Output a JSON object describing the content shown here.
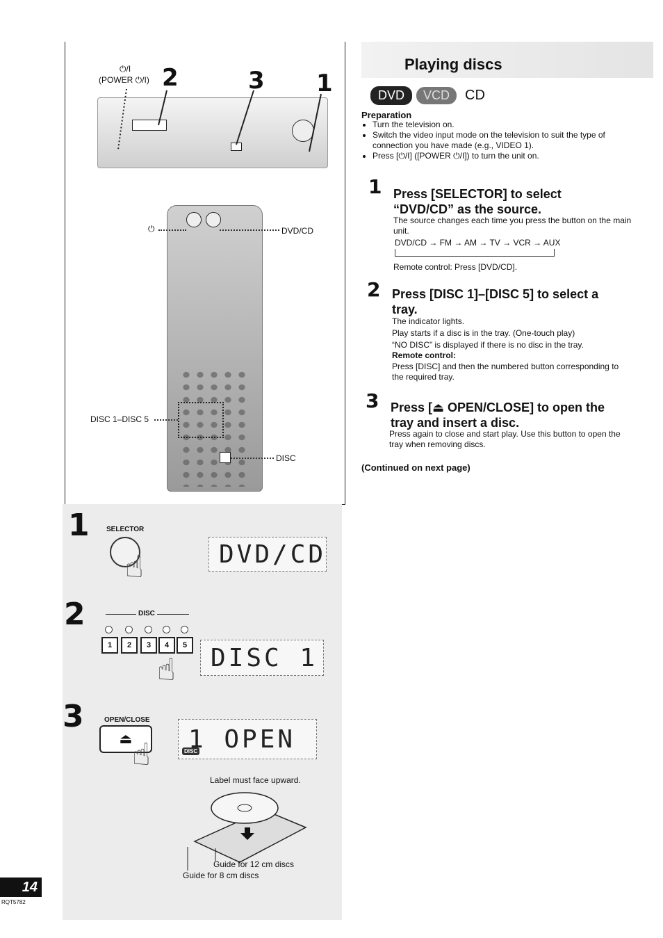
{
  "illustration": {
    "callouts": [
      "2",
      "3",
      "1"
    ],
    "power_symbol": "⏻/I",
    "power_label": "(POWER ⏻/I)",
    "remote_power_symbol": "⏻",
    "remote_dvdcd_label": "DVD/CD",
    "remote_disc_range_label": "DISC 1–DISC 5",
    "remote_disc_label": "DISC"
  },
  "steps_illustration": {
    "step1": {
      "num": "1",
      "button_label": "SELECTOR",
      "display": "DVD/CD"
    },
    "step2": {
      "num": "2",
      "button_label": "DISC",
      "buttons": [
        "1",
        "2",
        "3",
        "4",
        "5"
      ],
      "display": "DISC  1"
    },
    "step3": {
      "num": "3",
      "button_label": "OPEN/CLOSE",
      "display": "1 OPEN",
      "disc_badge": "DISC",
      "note": "Label must face upward.",
      "guide12": "Guide for 12 cm discs",
      "guide8": "Guide for 8 cm discs"
    }
  },
  "content": {
    "title": "Playing discs",
    "formats": [
      "DVD",
      "VCD",
      "CD"
    ],
    "preparation_heading": "Preparation",
    "preparation": [
      "Turn the television on.",
      "Switch the video input mode on the television to suit the type of connection you have made (e.g., VIDEO 1).",
      "Press [⏻/I] ([POWER ⏻/I]) to turn the unit on."
    ],
    "steps": [
      {
        "num": "1",
        "heading": "Press [SELECTOR] to select “DVD/CD” as the source.",
        "lines": [
          {
            "text": "The source changes each time you press the button on the main unit.",
            "bold": false
          },
          {
            "text": "DVD/CD → FM → AM → TV → VCR → AUX",
            "bold": false
          },
          {
            "text": "Remote control: Press [DVD/CD].",
            "bold": false
          }
        ]
      },
      {
        "num": "2",
        "heading": "Press [DISC 1]–[DISC 5] to select a tray.",
        "lines": [
          {
            "text": "The indicator lights.",
            "bold": false
          },
          {
            "text": "Play starts if a disc is in the tray. (One-touch play)",
            "bold": false
          },
          {
            "text": "“NO DISC” is displayed if there is no disc in the tray.",
            "bold": false
          },
          {
            "text": "Remote control:",
            "bold": true
          },
          {
            "text": "Press [DISC] and then the numbered button corresponding to the required tray.",
            "bold": false
          }
        ]
      },
      {
        "num": "3",
        "heading": "Press [⏏ OPEN/CLOSE] to open the tray and insert a disc.",
        "lines": [
          {
            "text": "Press again to close and start play. Use this button to open the tray when removing discs.",
            "bold": false
          }
        ]
      }
    ],
    "continued": "(Continued on next page)"
  },
  "footer": {
    "page_number": "14",
    "doc_code": "RQT5782"
  }
}
